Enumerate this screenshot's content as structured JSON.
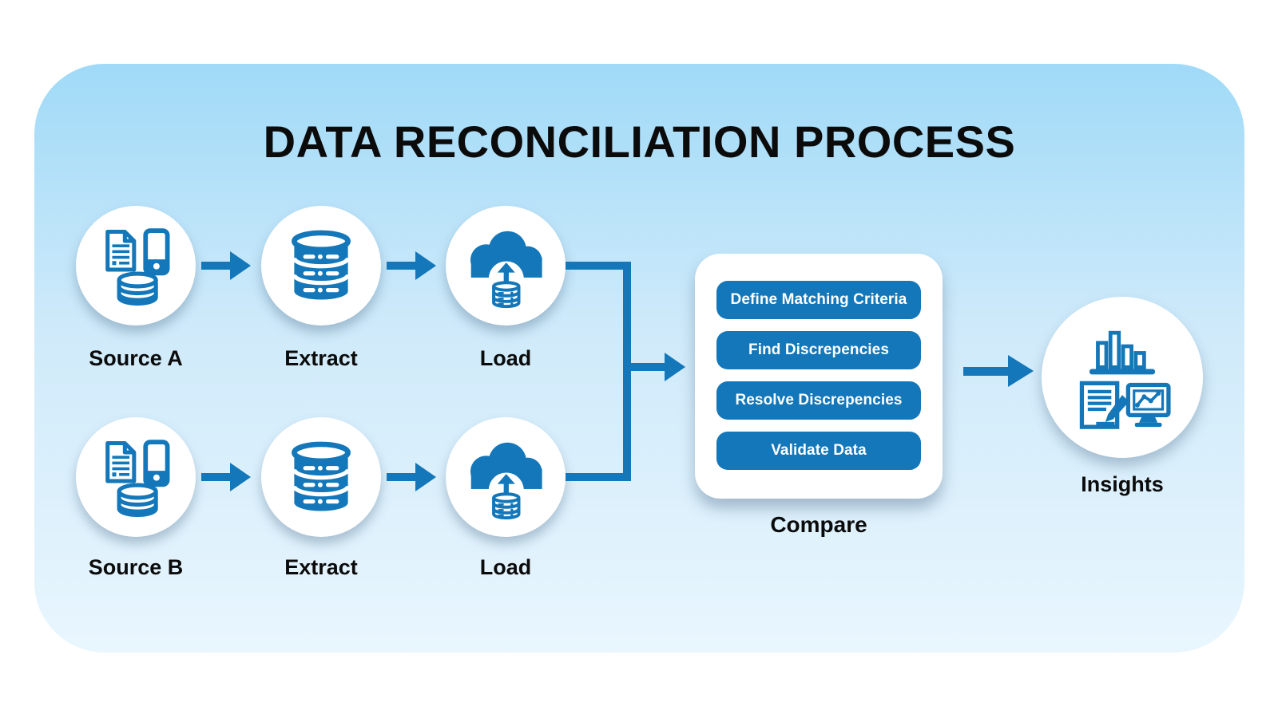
{
  "title": "DATA RECONCILIATION PROCESS",
  "rows": [
    {
      "source": "Source A",
      "extract": "Extract",
      "load": "Load"
    },
    {
      "source": "Source B",
      "extract": "Extract",
      "load": "Load"
    }
  ],
  "compare": {
    "label": "Compare",
    "steps": [
      "Define Matching Criteria",
      "Find Discrepencies",
      "Resolve Discrepencies",
      "Validate Data"
    ]
  },
  "insights": {
    "label": "Insights"
  },
  "icons": {
    "source": [
      "document-icon",
      "smartphone-icon",
      "database-icon"
    ],
    "extract": "database-stack-icon",
    "load": "cloud-upload-icon",
    "insights": [
      "bar-chart-icon",
      "report-pen-icon",
      "monitor-chart-icon"
    ]
  },
  "colors": {
    "accent_blue": "#1377b9",
    "card_gradient_top": "#a0daf8",
    "card_gradient_bottom": "#e9f6fe",
    "node_background": "#ffffff",
    "text": "#0b0b0b",
    "pill_text": "#ffffff"
  }
}
